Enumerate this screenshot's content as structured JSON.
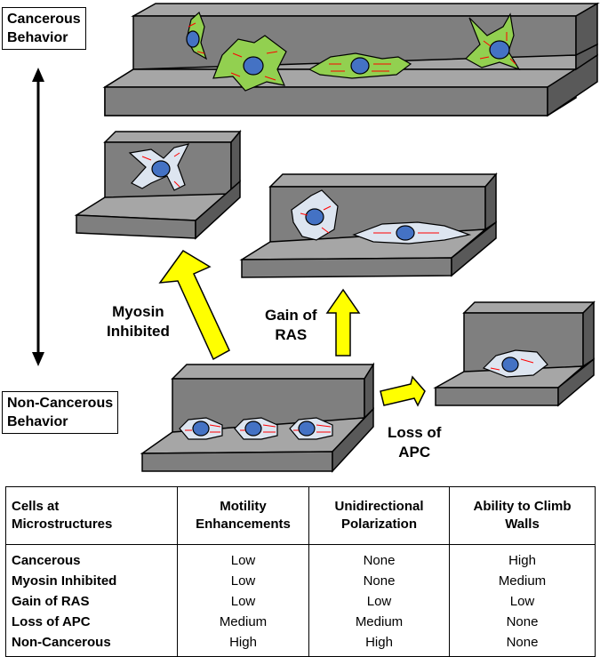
{
  "labels": {
    "cancerous_behavior": "Cancerous\nBehavior",
    "non_cancerous_behavior": "Non-Cancerous\nBehavior",
    "myosin_inhibited": "Myosin\nInhibited",
    "gain_of_ras": "Gain of\nRAS",
    "loss_of_apc": "Loss of\nAPC"
  },
  "colors": {
    "block_top": "#a6a6a6",
    "block_side": "#595959",
    "arrow_fill": "#ffff00",
    "cancer_cell": "#92d050",
    "normal_cell": "#dde5f0",
    "nucleus": "#4472c4",
    "fiber": "#ff0000"
  },
  "table": {
    "headers": [
      "Cells at\nMicrostructures",
      "Motility\nEnhancements",
      "Unidirectional\nPolarization",
      "Ability to Climb\nWalls"
    ],
    "rows": [
      [
        "Cancerous",
        "Low",
        "None",
        "High"
      ],
      [
        "Myosin Inhibited",
        "Low",
        "None",
        "Medium"
      ],
      [
        "Gain of RAS",
        "Low",
        "Low",
        "Low"
      ],
      [
        "Loss of APC",
        "Medium",
        "Medium",
        "None"
      ],
      [
        "Non-Cancerous",
        "High",
        "High",
        "None"
      ]
    ]
  }
}
